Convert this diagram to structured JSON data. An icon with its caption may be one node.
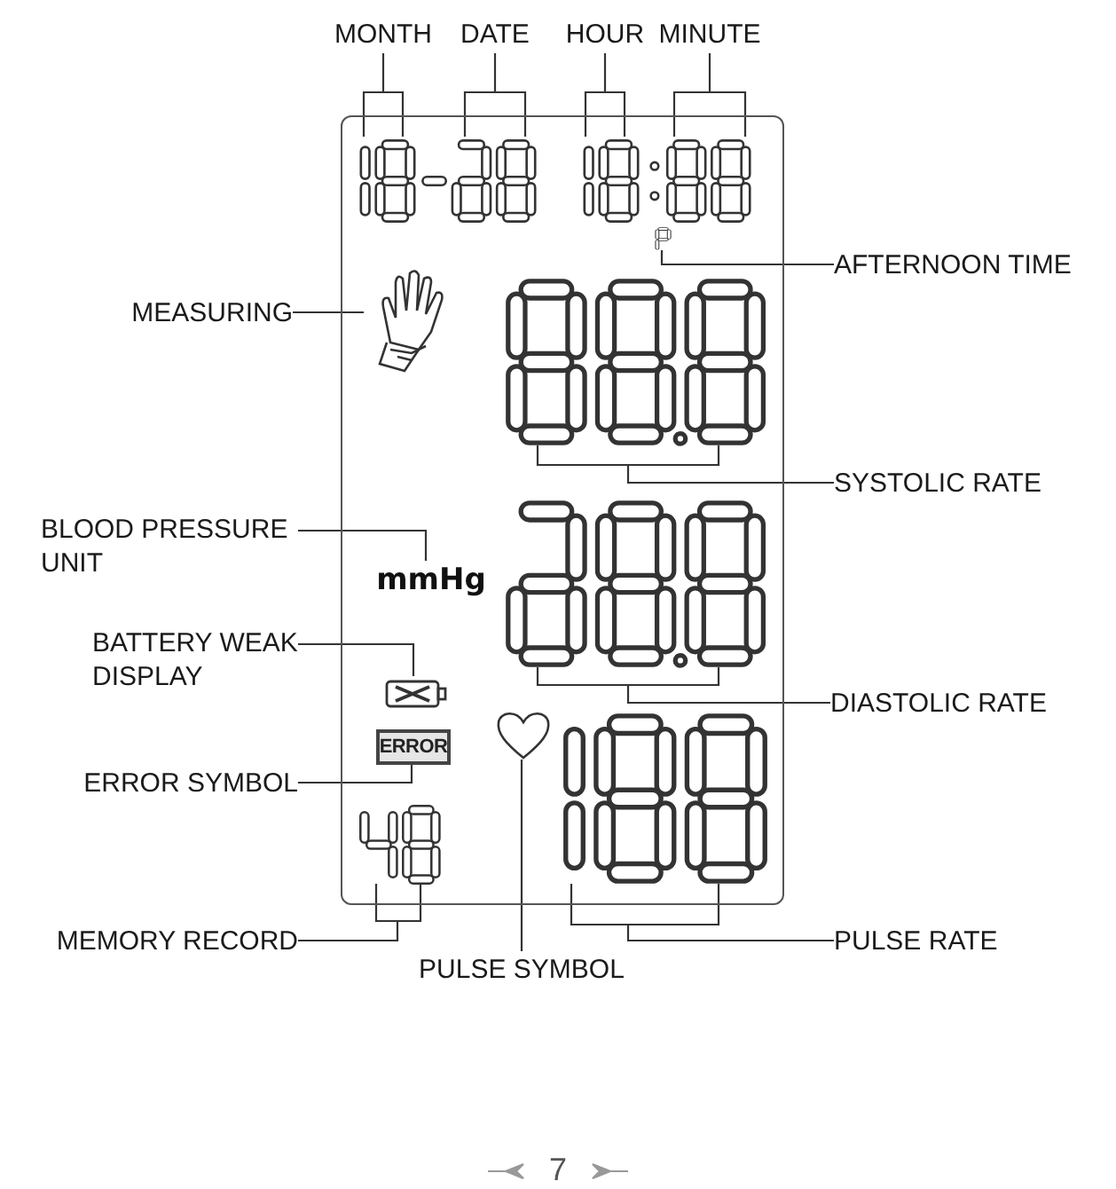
{
  "diagram": {
    "nodes": [
      {
        "text": [],
        "shape": "box"
      },
      {
        "text": [
          "MONTH"
        ]
      },
      {
        "text": [
          "DATE"
        ]
      },
      {
        "text": [
          "HOUR"
        ]
      },
      {
        "text": [
          "MINUTE"
        ]
      },
      {
        "text": [
          "AFTERNOON TIME"
        ]
      },
      {
        "text": [
          "MEASURING"
        ]
      },
      {
        "text": [
          "SYSTOLIC RATE"
        ]
      },
      {
        "text": [
          "BLOOD PRESSURE UNIT"
        ]
      },
      {
        "text": [
          "BATTERY WEAK DISPLAY"
        ]
      },
      {
        "text": [
          "DIASTOLIC RATE"
        ]
      },
      {
        "text": [
          "ERROR SYMBOL"
        ]
      },
      {
        "text": [
          "MEMORY RECORD"
        ]
      },
      {
        "text": [
          "PULSE SYMBOL"
        ]
      },
      {
        "text": [
          "PULSE RATE"
        ]
      },
      {
        "text": [],
        "shape": "picture",
        "in": 0
      },
      {
        "text": [],
        "shape": "picture",
        "in": 0
      },
      {
        "text": [],
        "shape": "picture",
        "in": 0
      },
      {
        "text": [],
        "shape": "picture",
        "in": 0
      },
      {
        "text": [],
        "shape": "picture",
        "in": 0
      },
      {
        "text": [],
        "shape": "picture",
        "in": 0
      },
      {
        "text": [],
        "shape": "picture",
        "in": 0
      },
      {
        "text": [
          "mmHg"
        ],
        "in": 0
      },
      {
        "text": [],
        "shape": "picture",
        "in": 0
      },
      {
        "text": [],
        "shape": "picture",
        "in": 0
      },
      {
        "text": [
          "ERROR"
        ],
        "in": 0
      },
      {
        "text": [],
        "shape": "picture",
        "in": 0
      },
      {
        "text": [],
        "shape": "picture",
        "in": 0
      },
      {
        "text": [],
        "shape": "picture",
        "in": 0
      }
    ],
    "edges": [
      {
        "from": 1,
        "to": 15,
        "arrow": "none"
      },
      {
        "from": 2,
        "to": 16,
        "arrow": "none"
      },
      {
        "from": 3,
        "to": 17,
        "arrow": "none"
      },
      {
        "from": 4,
        "to": 18,
        "arrow": "none"
      },
      {
        "from": 5,
        "to": 19,
        "arrow": "none"
      },
      {
        "from": 6,
        "to": 20,
        "arrow": "none"
      },
      {
        "from": 7,
        "to": 21,
        "arrow": "none"
      },
      {
        "from": 8,
        "to": 22,
        "arrow": "none"
      },
      {
        "from": 9,
        "to": 23,
        "arrow": "none"
      },
      {
        "from": 10,
        "to": 24,
        "arrow": "none"
      },
      {
        "from": 11,
        "to": 25,
        "arrow": "none"
      },
      {
        "from": 12,
        "to": 26,
        "arrow": "none"
      },
      {
        "from": 13,
        "to": 27,
        "arrow": "none"
      },
      {
        "from": 14,
        "to": 28,
        "arrow": "none"
      }
    ],
    "labels": [
      "7"
    ]
  }
}
